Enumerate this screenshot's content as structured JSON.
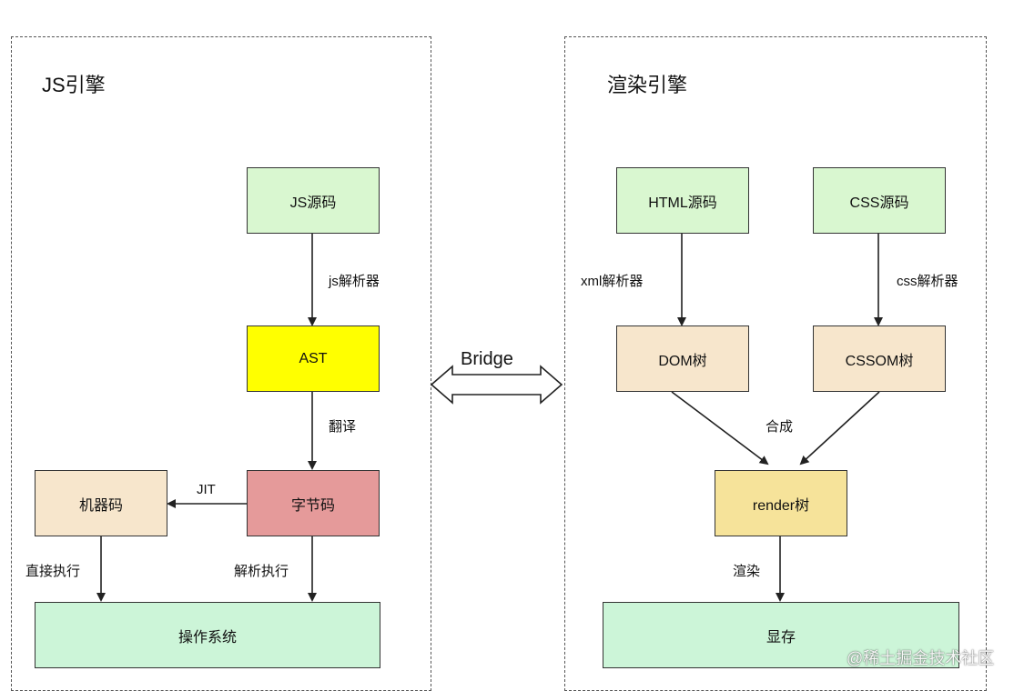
{
  "js_engine": {
    "title": "JS引擎",
    "nodes": {
      "js_source": "JS源码",
      "ast": "AST",
      "bytecode": "字节码",
      "machine_code": "机器码",
      "os": "操作系统"
    },
    "edges": {
      "js_parser": "js解析器",
      "translate": "翻译",
      "jit": "JIT",
      "direct_exec": "直接执行",
      "parse_exec": "解析执行"
    }
  },
  "render_engine": {
    "title": "渲染引擎",
    "nodes": {
      "html_source": "HTML源码",
      "css_source": "CSS源码",
      "dom_tree": "DOM树",
      "cssom_tree": "CSSOM树",
      "render_tree": "render树",
      "video_memory": "显存"
    },
    "edges": {
      "xml_parser": "xml解析器",
      "css_parser": "css解析器",
      "compose": "合成",
      "render": "渲染"
    }
  },
  "bridge": {
    "label": "Bridge"
  },
  "watermark": "@稀土掘金技术社区",
  "colors": {
    "source_green": "#d9f7d0",
    "ast_yellow": "#ffff00",
    "bytecode_red": "#e59a9a",
    "tree_beige": "#f7e6cc",
    "render_gold": "#f6e39a",
    "os_green": "#ccf5d8"
  }
}
